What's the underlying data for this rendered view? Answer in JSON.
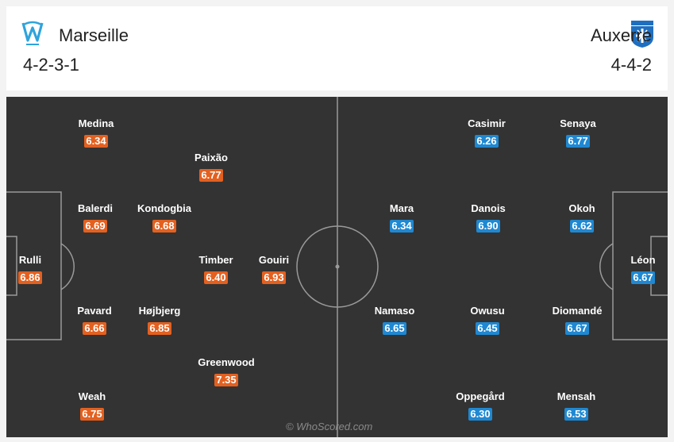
{
  "home": {
    "name": "Marseille",
    "formation": "4-2-3-1",
    "logo_icon": "marseille-crest-icon",
    "color": "#e4601f",
    "players": [
      {
        "name": "Medina",
        "rating": "6.34"
      },
      {
        "name": "Paixão",
        "rating": "6.77"
      },
      {
        "name": "Balerdi",
        "rating": "6.69"
      },
      {
        "name": "Kondogbia",
        "rating": "6.68"
      },
      {
        "name": "Rulli",
        "rating": "6.86"
      },
      {
        "name": "Timber",
        "rating": "6.40"
      },
      {
        "name": "Gouiri",
        "rating": "6.93"
      },
      {
        "name": "Pavard",
        "rating": "6.66"
      },
      {
        "name": "Højbjerg",
        "rating": "6.85"
      },
      {
        "name": "Greenwood",
        "rating": "7.35"
      },
      {
        "name": "Weah",
        "rating": "6.75"
      }
    ]
  },
  "away": {
    "name": "Auxerre",
    "formation": "4-4-2",
    "logo_icon": "auxerre-crest-icon",
    "color": "#1f88d2",
    "players": [
      {
        "name": "Casimir",
        "rating": "6.26"
      },
      {
        "name": "Senaya",
        "rating": "6.77"
      },
      {
        "name": "Mara",
        "rating": "6.34"
      },
      {
        "name": "Danois",
        "rating": "6.90"
      },
      {
        "name": "Okoh",
        "rating": "6.62"
      },
      {
        "name": "Léon",
        "rating": "6.67"
      },
      {
        "name": "Namaso",
        "rating": "6.65"
      },
      {
        "name": "Owusu",
        "rating": "6.45"
      },
      {
        "name": "Diomandé",
        "rating": "6.67"
      },
      {
        "name": "Oppegård",
        "rating": "6.30"
      },
      {
        "name": "Mensah",
        "rating": "6.53"
      }
    ]
  },
  "watermark": "© WhoScored.com"
}
